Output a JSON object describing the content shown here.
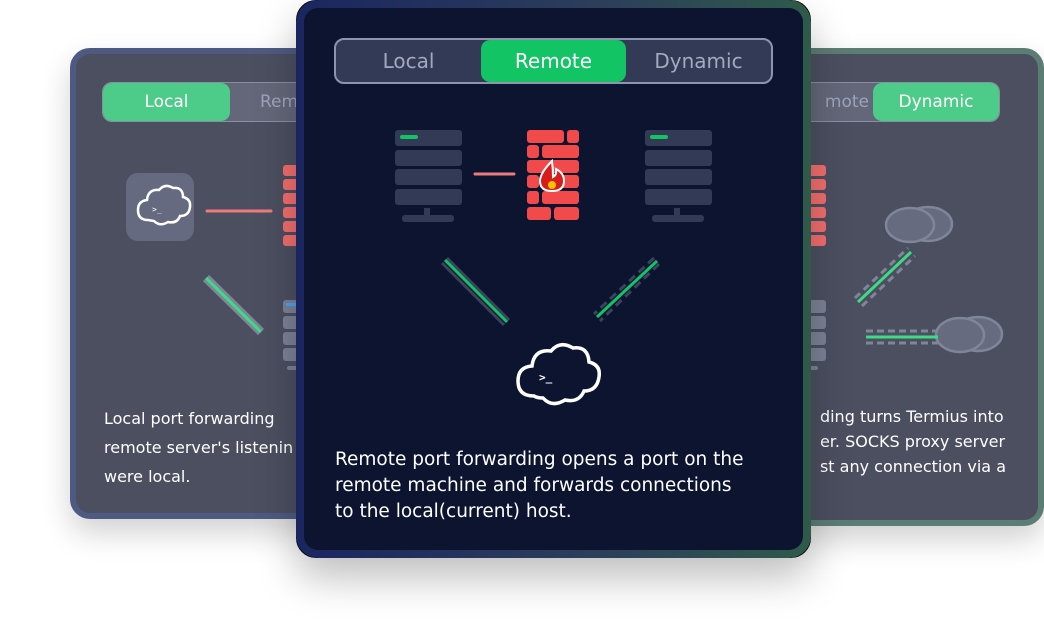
{
  "left_card": {
    "tabs": [
      "Local",
      "Rem"
    ],
    "active_tab": "Local",
    "description_lines": [
      "Local port forwarding",
      "remote server's listenin",
      "were local."
    ]
  },
  "right_card": {
    "tabs": [
      "mote",
      "Dynamic"
    ],
    "active_tab": "Dynamic",
    "description_lines": [
      "ding turns Termius into",
      "er. SOCKS proxy server",
      "st any connection via a"
    ]
  },
  "center_card": {
    "tabs": [
      "Local",
      "Remote",
      "Dynamic"
    ],
    "active_tab": "Remote",
    "description_lines": [
      "Remote port forwarding opens a port on the",
      "remote machine and forwards connections",
      "to the local(current) host."
    ]
  },
  "colors": {
    "accent_green": "#12c464",
    "firewall_red": "#f24a4a",
    "center_bg": "#0c1430",
    "side_bg": "#4b4f60"
  },
  "icons": [
    "termius-cloud-icon",
    "server-icon",
    "firewall-icon",
    "flame-icon",
    "cloud-icon"
  ]
}
